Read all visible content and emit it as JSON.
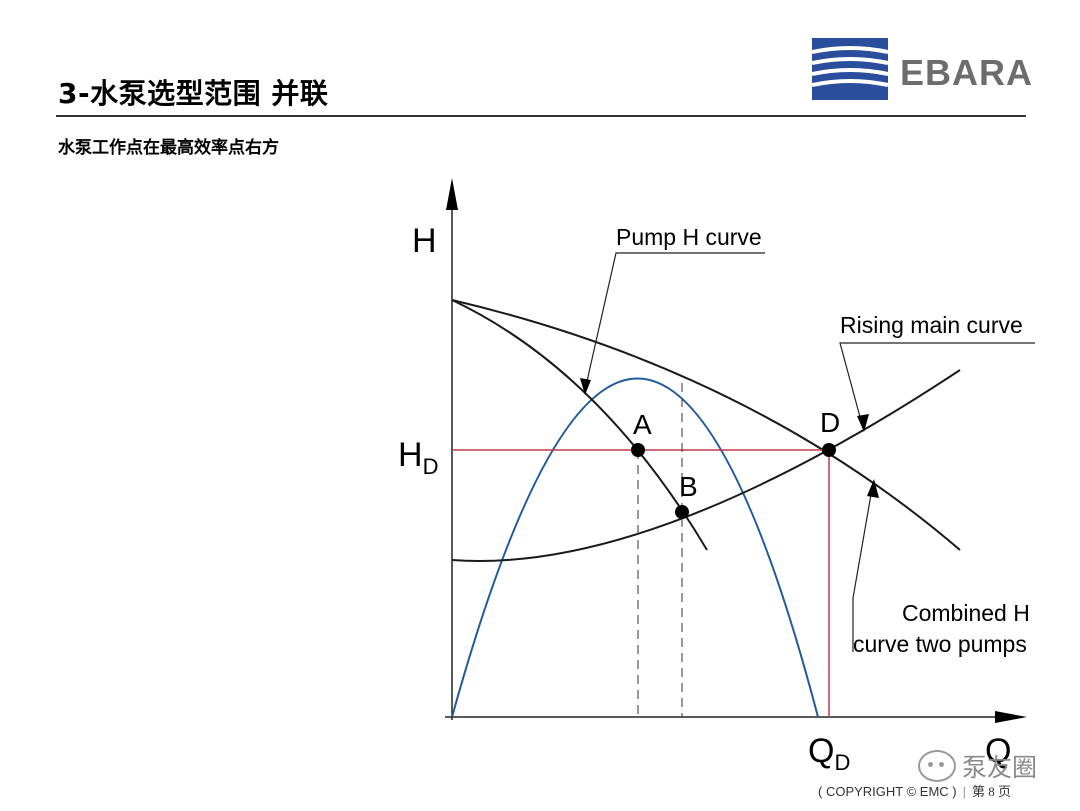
{
  "slide": {
    "title": "3-水泵选型范围 并联",
    "subtitle": "水泵工作点在最高效率点右方"
  },
  "logo": {
    "text": "EBARA",
    "color": "#2a4d9c"
  },
  "diagram": {
    "axis_h": "H",
    "axis_q": "Q",
    "label_hd_main": "H",
    "label_hd_sub": "D",
    "label_qd_main": "Q",
    "label_qd_sub": "D",
    "point_a": "A",
    "point_b": "B",
    "point_d": "D",
    "callout_pump": "Pump H curve",
    "callout_rising": "Rising main curve",
    "callout_combined_1": "Combined H",
    "callout_combined_2": "curve two pumps",
    "colors": {
      "curves": "#1a1a1a",
      "efficiency": "#1f5a9a",
      "operating_lines": "#c0394b"
    }
  },
  "footer": {
    "copyright": "( COPYRIGHT © EMC )",
    "page": "第 8 页"
  },
  "watermark": {
    "text": "泵友圈"
  }
}
